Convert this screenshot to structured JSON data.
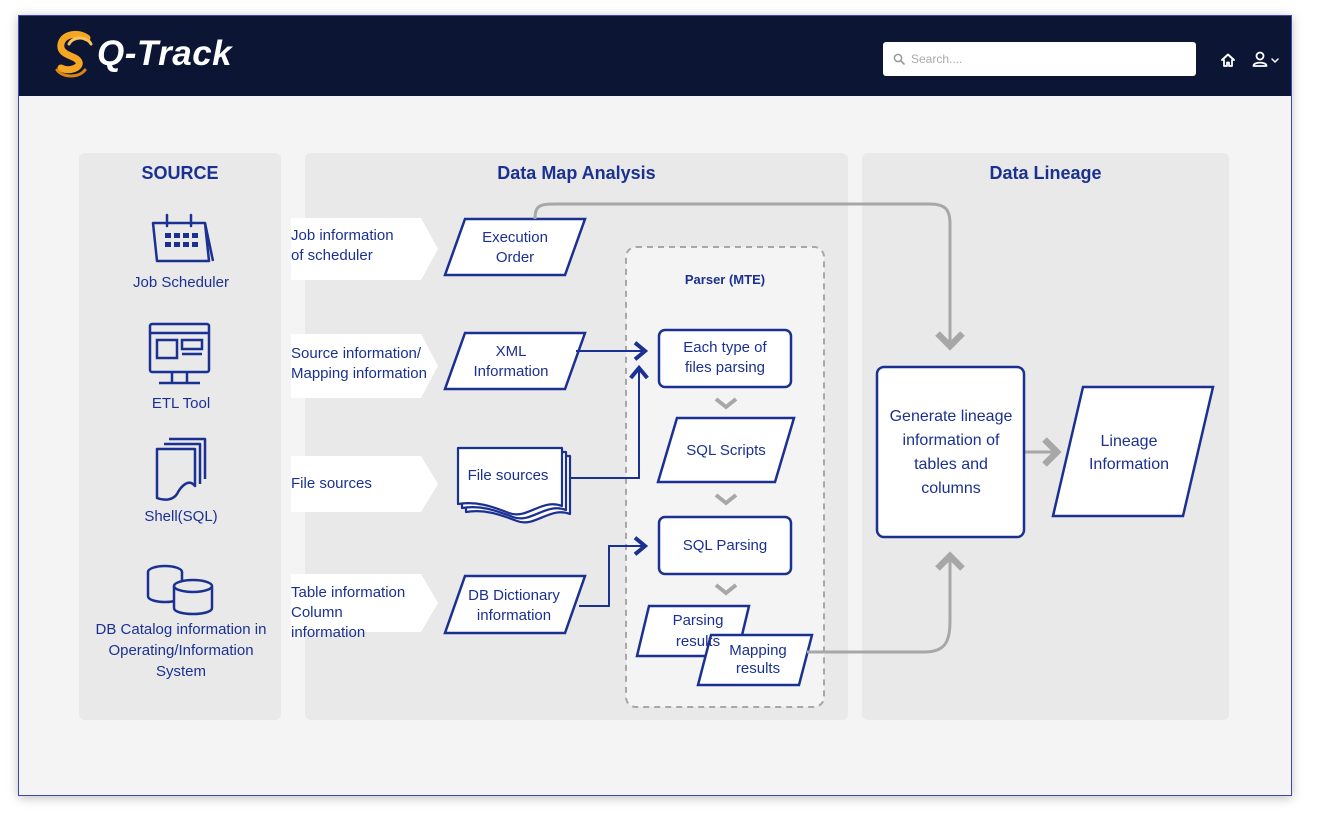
{
  "app": {
    "title": "Q-Track"
  },
  "search": {
    "placeholder": "Search...."
  },
  "panels": {
    "source": "SOURCE",
    "analysis": "Data Map Analysis",
    "lineage": "Data Lineage"
  },
  "sources": [
    {
      "label": "Job Scheduler",
      "icon": "calendar-icon"
    },
    {
      "label": "ETL Tool",
      "icon": "monitor-icon"
    },
    {
      "label": "Shell(SQL)",
      "icon": "documents-icon"
    },
    {
      "label": "DB Catalog information in Operating/Information System",
      "icon": "database-icon"
    }
  ],
  "inputs": [
    "Job information of scheduler",
    "Source information/ Mapping information",
    "File sources",
    "Table information Column information"
  ],
  "data_nodes": {
    "execution_order": "Execution Order",
    "xml_information": "XML Information",
    "file_sources": "File sources",
    "db_dictionary": "DB Dictionary information"
  },
  "parser": {
    "title": "Parser (MTE)",
    "files_parsing": "Each type of files parsing",
    "sql_scripts": "SQL Scripts",
    "sql_parsing": "SQL Parsing",
    "parsing_results": "Parsing results",
    "mapping_results": "Mapping results"
  },
  "lineage": {
    "generate": "Generate lineage information of tables and columns",
    "output": "Lineage Information"
  },
  "colors": {
    "navy": "#0d1535",
    "accent": "#1b3191",
    "arrow_gray": "#a7a7a7",
    "logo_orange": "#f5a623"
  }
}
